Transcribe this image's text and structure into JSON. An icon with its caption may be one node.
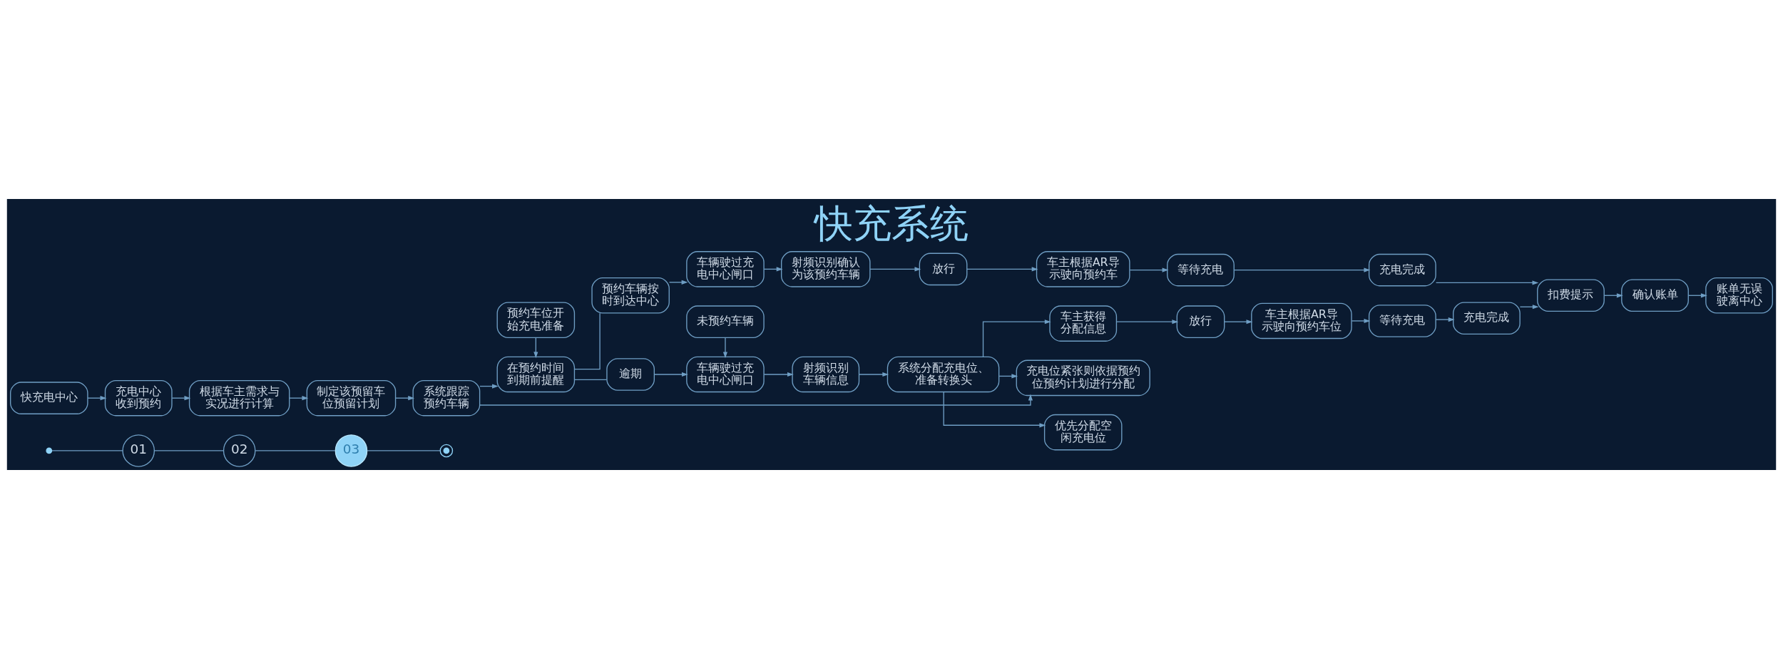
{
  "diagram": {
    "title": "快充系统",
    "nodes": [
      {
        "text": [],
        "shape": "circle"
      },
      {
        "text": [
          "01"
        ]
      },
      {
        "text": [
          "02"
        ]
      },
      {
        "text": [
          "03"
        ]
      },
      {
        "text": [],
        "shape": "circle"
      },
      {
        "text": [
          "快充电中心"
        ]
      },
      {
        "text": [
          "充电中心收到预约"
        ]
      },
      {
        "text": [
          "根据车主需求与实况进行计算"
        ]
      },
      {
        "text": [
          "制定该预留车位预留计划"
        ]
      },
      {
        "text": [
          "系统跟踪预约车辆"
        ]
      },
      {
        "text": [
          "预约车位开始充电准备"
        ]
      },
      {
        "text": [
          "在预约时间到期前提醒"
        ]
      },
      {
        "text": [
          "预约车辆按时到达中心"
        ]
      },
      {
        "text": [
          "车辆驶过充电中心闸口"
        ]
      },
      {
        "text": [
          "射频识别确认为该预约车辆"
        ]
      },
      {
        "text": [
          "放行"
        ]
      },
      {
        "text": [
          "车主根据AR导示驶向预约车"
        ]
      },
      {
        "text": [
          "等待充电"
        ]
      },
      {
        "text": [
          "充电完成"
        ]
      },
      {
        "text": [
          "逾期"
        ]
      },
      {
        "text": [
          "车辆驶过充电中心闸口"
        ]
      },
      {
        "text": [
          "射频识别车辆信息"
        ]
      },
      {
        "text": [
          "系统分配充电位、准备转换头"
        ]
      },
      {
        "text": [
          "车主获得分配信息"
        ]
      },
      {
        "text": [
          "放行"
        ]
      },
      {
        "text": [
          "车主根据AR导示驶向预约车位"
        ]
      },
      {
        "text": [
          "等待充电"
        ]
      },
      {
        "text": [
          "充电完成"
        ]
      },
      {
        "text": [
          "未预约车辆"
        ]
      },
      {
        "text": [
          "充电位紧张则依据预约位预约计划进行分配"
        ]
      },
      {
        "text": [
          "优先分配空闲充电位"
        ]
      },
      {
        "text": [
          "扣费提示"
        ]
      },
      {
        "text": [
          "确认账单"
        ]
      },
      {
        "text": [
          "账单无误驶离中心"
        ]
      }
    ],
    "edges": [
      {
        "from": 0,
        "to": 1,
        "arrow": "none"
      },
      {
        "from": 1,
        "to": 2,
        "arrow": "none"
      },
      {
        "from": 2,
        "to": 3,
        "arrow": "none"
      },
      {
        "from": 3,
        "to": 4,
        "arrow": "none"
      },
      {
        "from": 5,
        "to": 6,
        "arrow": "to"
      },
      {
        "from": 6,
        "to": 7,
        "arrow": "to"
      },
      {
        "from": 7,
        "to": 8,
        "arrow": "to"
      },
      {
        "from": 8,
        "to": 9,
        "arrow": "to"
      },
      {
        "from": 9,
        "to": 11,
        "arrow": "to"
      },
      {
        "from": 10,
        "to": 11,
        "arrow": "to"
      },
      {
        "from": 11,
        "to": 12,
        "arrow": "none"
      },
      {
        "from": 12,
        "to": 13,
        "arrow": "to"
      },
      {
        "from": 13,
        "to": 14,
        "arrow": "to"
      },
      {
        "from": 14,
        "to": 15,
        "arrow": "to"
      },
      {
        "from": 15,
        "to": 16,
        "arrow": "to"
      },
      {
        "from": 16,
        "to": 17,
        "arrow": "to"
      },
      {
        "from": 17,
        "to": 18,
        "arrow": "to"
      },
      {
        "from": 11,
        "to": 19,
        "arrow": "none"
      },
      {
        "from": 19,
        "to": 20,
        "arrow": "to"
      },
      {
        "from": 20,
        "to": 21,
        "arrow": "to"
      },
      {
        "from": 21,
        "to": 22,
        "arrow": "to"
      },
      {
        "from": 22,
        "to": 23,
        "arrow": "to"
      },
      {
        "from": 23,
        "to": 24,
        "arrow": "to"
      },
      {
        "from": 24,
        "to": 25,
        "arrow": "to"
      },
      {
        "from": 25,
        "to": 26,
        "arrow": "to"
      },
      {
        "from": 26,
        "to": 27,
        "arrow": "to"
      },
      {
        "from": 28,
        "to": 20,
        "arrow": "to"
      },
      {
        "from": 22,
        "to": 29,
        "arrow": "to"
      },
      {
        "from": 22,
        "to": 30,
        "arrow": "to"
      },
      {
        "from": 9,
        "to": 29,
        "arrow": "to"
      },
      {
        "from": 18,
        "to": 31,
        "arrow": "to"
      },
      {
        "from": 27,
        "to": 31,
        "arrow": "to"
      },
      {
        "from": 31,
        "to": 32,
        "arrow": "to"
      },
      {
        "from": 32,
        "to": 33,
        "arrow": "to"
      }
    ]
  }
}
